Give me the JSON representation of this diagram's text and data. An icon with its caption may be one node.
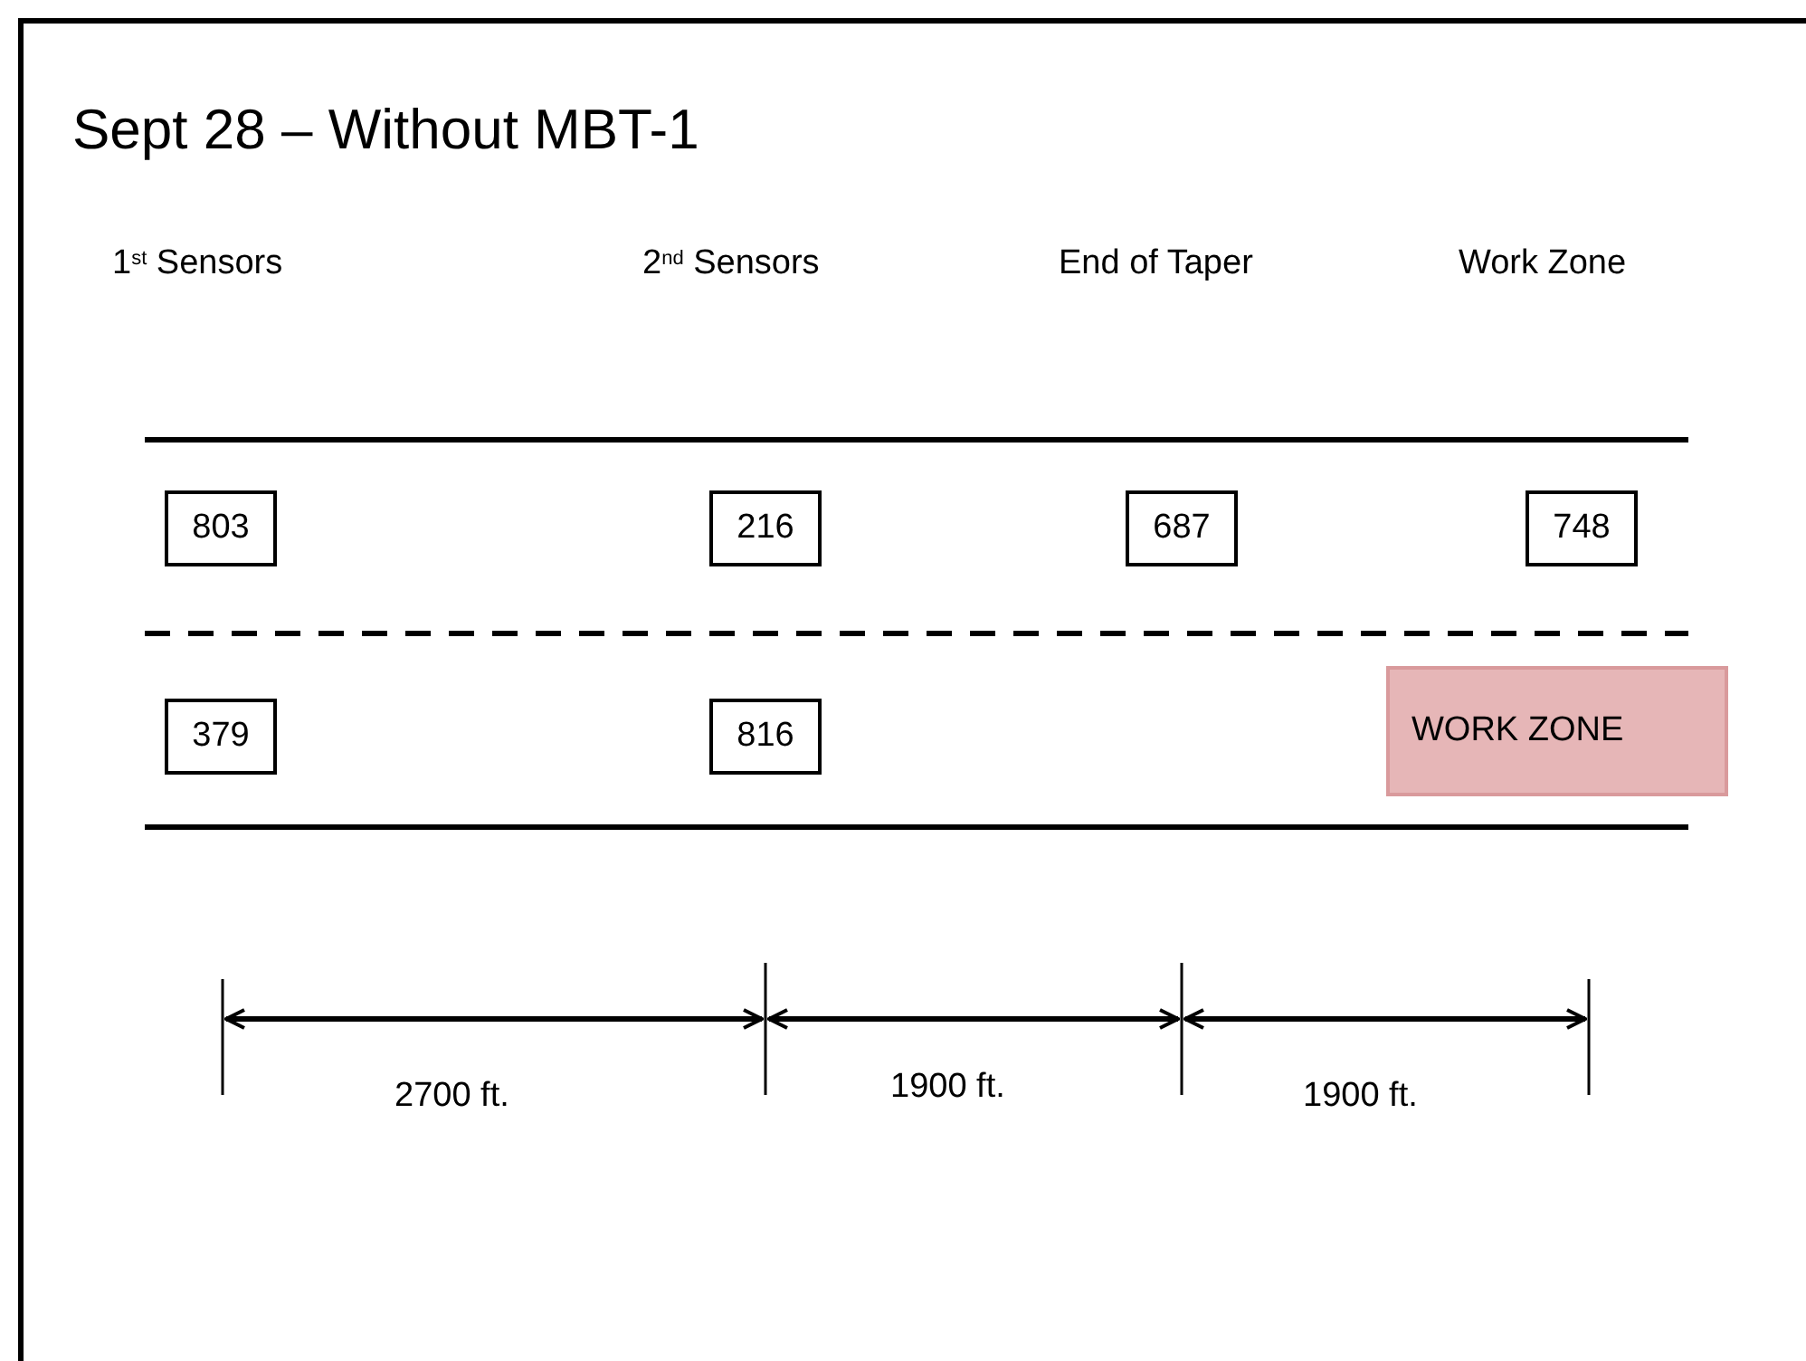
{
  "diagram": {
    "title": "Sept 28 – Without MBT-1",
    "nodes": [
      {
        "text": [
          "803"
        ]
      },
      {
        "text": [
          "216"
        ]
      },
      {
        "text": [
          "687"
        ]
      },
      {
        "text": [
          "748"
        ]
      },
      {
        "text": [
          "379"
        ]
      },
      {
        "text": [
          "816"
        ]
      },
      {
        "text": [
          "WORK ZONE"
        ]
      }
    ],
    "edges": [],
    "labels": [
      "1$^{st}$ Sensors",
      "2$^{nd}$ Sensors",
      "End of Taper",
      "Work Zone",
      "2700 ft.",
      "1900 ft.",
      "1900 ft."
    ]
  }
}
